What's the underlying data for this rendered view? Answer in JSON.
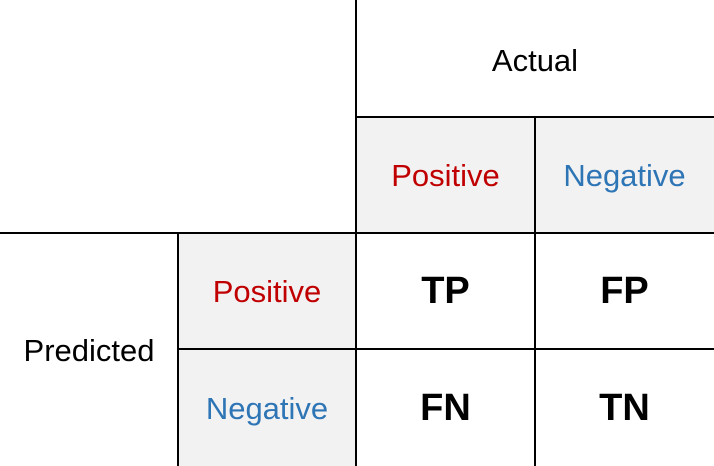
{
  "matrix": {
    "actual_label": "Actual",
    "predicted_label": "Predicted",
    "columns": {
      "positive": "Positive",
      "negative": "Negative"
    },
    "rows": {
      "positive": "Positive",
      "negative": "Negative"
    },
    "cells": {
      "tp": "TP",
      "fp": "FP",
      "fn": "FN",
      "tn": "TN"
    },
    "colors": {
      "positive": "#c00000",
      "negative": "#2e75b6",
      "header_background": "#f2f2f2",
      "grid_lines": "#000000"
    }
  }
}
